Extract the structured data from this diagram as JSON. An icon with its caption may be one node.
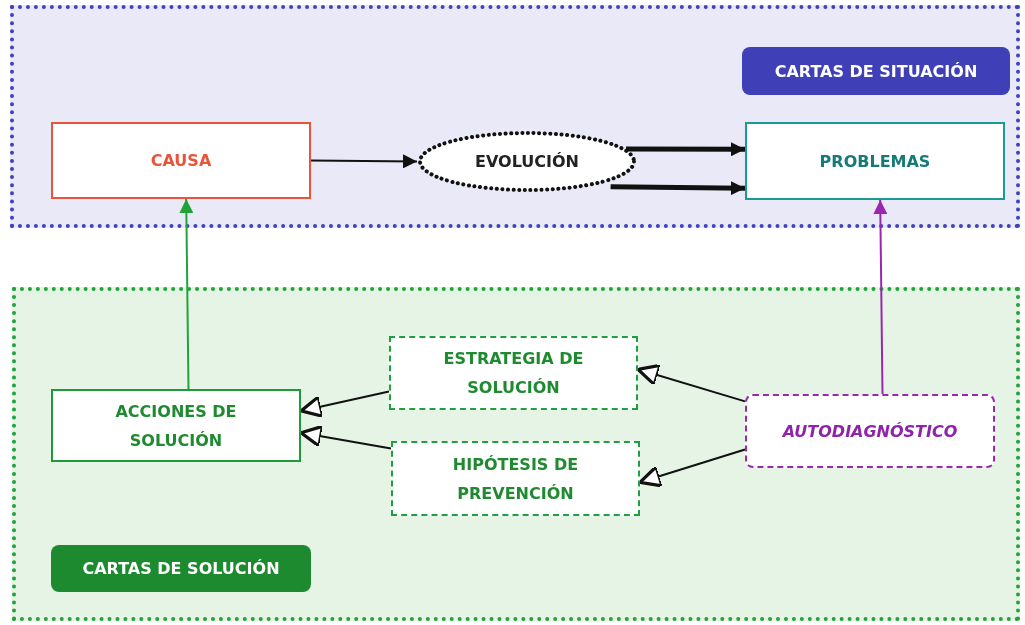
{
  "diagram": {
    "nodes": [
      {
        "text": [],
        "shape": "box"
      },
      {
        "text": [
          "CARTAS DE SITUACIÓN"
        ],
        "in": 0
      },
      {
        "text": [
          "CAUSA"
        ],
        "in": 0
      },
      {
        "text": [
          "EVOLUCIÓN"
        ],
        "in": 0
      },
      {
        "text": [
          "PROBLEMAS"
        ],
        "in": 0
      },
      {
        "text": [],
        "shape": "box"
      },
      {
        "text": [
          "ACCIONES DE SOLUCIÓN"
        ],
        "in": 5
      },
      {
        "text": [
          "ESTRATEGIA DE SOLUCIÓN"
        ],
        "in": 5
      },
      {
        "text": [
          "HIPÓTESIS DE PREVENCIÓN"
        ],
        "in": 5
      },
      {
        "text": [
          "AUTODIAGNÓSTICO"
        ],
        "in": 5
      },
      {
        "text": [
          "CARTAS DE SOLUCIÓN"
        ],
        "in": 5
      }
    ],
    "edges": [
      {
        "from": 2,
        "to": 3,
        "arrow": "to"
      },
      {
        "from": 3,
        "to": 4,
        "arrow": "to",
        "style": "thick"
      },
      {
        "from": 3,
        "to": 4,
        "arrow": "to",
        "style": "thick"
      },
      {
        "from": 6,
        "to": 2,
        "arrow": "to",
        "color": "#22a33a"
      },
      {
        "from": 9,
        "to": 4,
        "arrow": "to",
        "color": "#9b27b0"
      },
      {
        "from": 9,
        "to": 7,
        "arrow": "to"
      },
      {
        "from": 9,
        "to": 8,
        "arrow": "to"
      },
      {
        "from": 7,
        "to": 6,
        "arrow": "to"
      },
      {
        "from": 8,
        "to": 6,
        "arrow": "to"
      }
    ]
  }
}
